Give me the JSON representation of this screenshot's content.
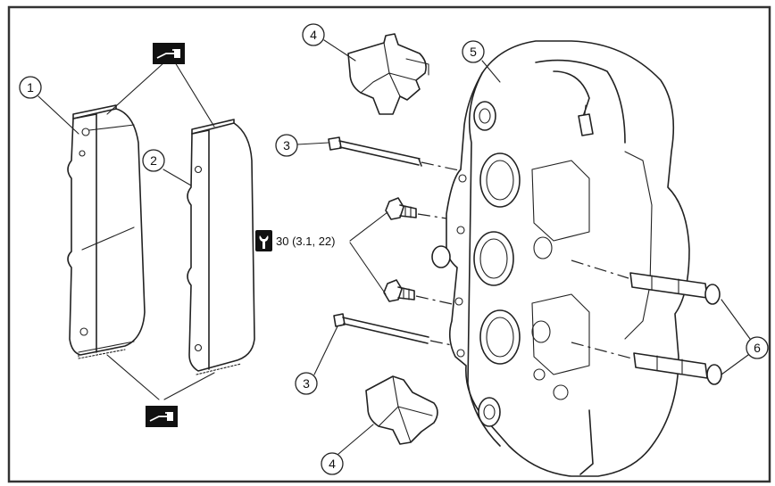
{
  "callouts": [
    {
      "id": "c1",
      "label": "1"
    },
    {
      "id": "c2",
      "label": "2"
    },
    {
      "id": "c3a",
      "label": "3"
    },
    {
      "id": "c3b",
      "label": "3"
    },
    {
      "id": "c4a",
      "label": "4"
    },
    {
      "id": "c4b",
      "label": "4"
    },
    {
      "id": "c5",
      "label": "5"
    },
    {
      "id": "c6",
      "label": "6"
    }
  ],
  "torque": {
    "value_text": "30 (3.1, 22)",
    "icon": "torque-wrench-icon"
  },
  "icons": {
    "grease_top": "apply-grease-icon",
    "grease_bottom": "apply-grease-icon"
  },
  "colors": {
    "line": "#222222",
    "background": "#ffffff",
    "icon_fill": "#111111"
  }
}
